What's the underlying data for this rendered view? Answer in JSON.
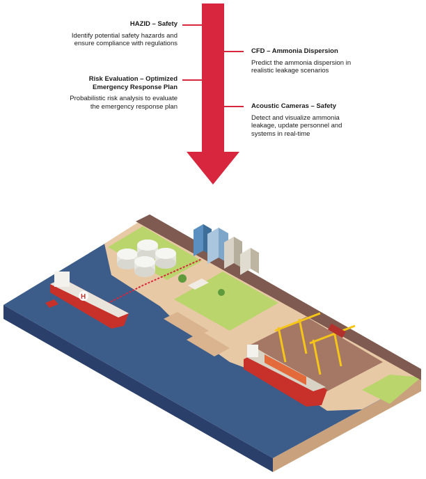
{
  "steps": [
    {
      "title": "HAZID – Safety",
      "desc": "Identify potential safety hazards and ensure compliance with regulations"
    },
    {
      "title": "CFD – Ammonia Dispersion",
      "desc": "Predict the ammonia dispersion in realistic leakage scenarios"
    },
    {
      "title": "Risk Evaluation – Optimized Emergency Response Plan",
      "desc": "Probabilistic risk analysis to evaluate the emergency response plan"
    },
    {
      "title": "Acoustic Cameras – Safety",
      "desc": "Detect and visualize ammonia leakage, update personnel and systems in real-time"
    }
  ],
  "ship_logo": "H",
  "colors": {
    "arrow": "#d7263d",
    "sea": "#3c5d8a",
    "ground": "#e8c9a6",
    "grass": "#b9d56b",
    "road": "#7e5a50",
    "terminal": "#a57866",
    "crane": "#f5c518",
    "hull": "#c8302a"
  }
}
